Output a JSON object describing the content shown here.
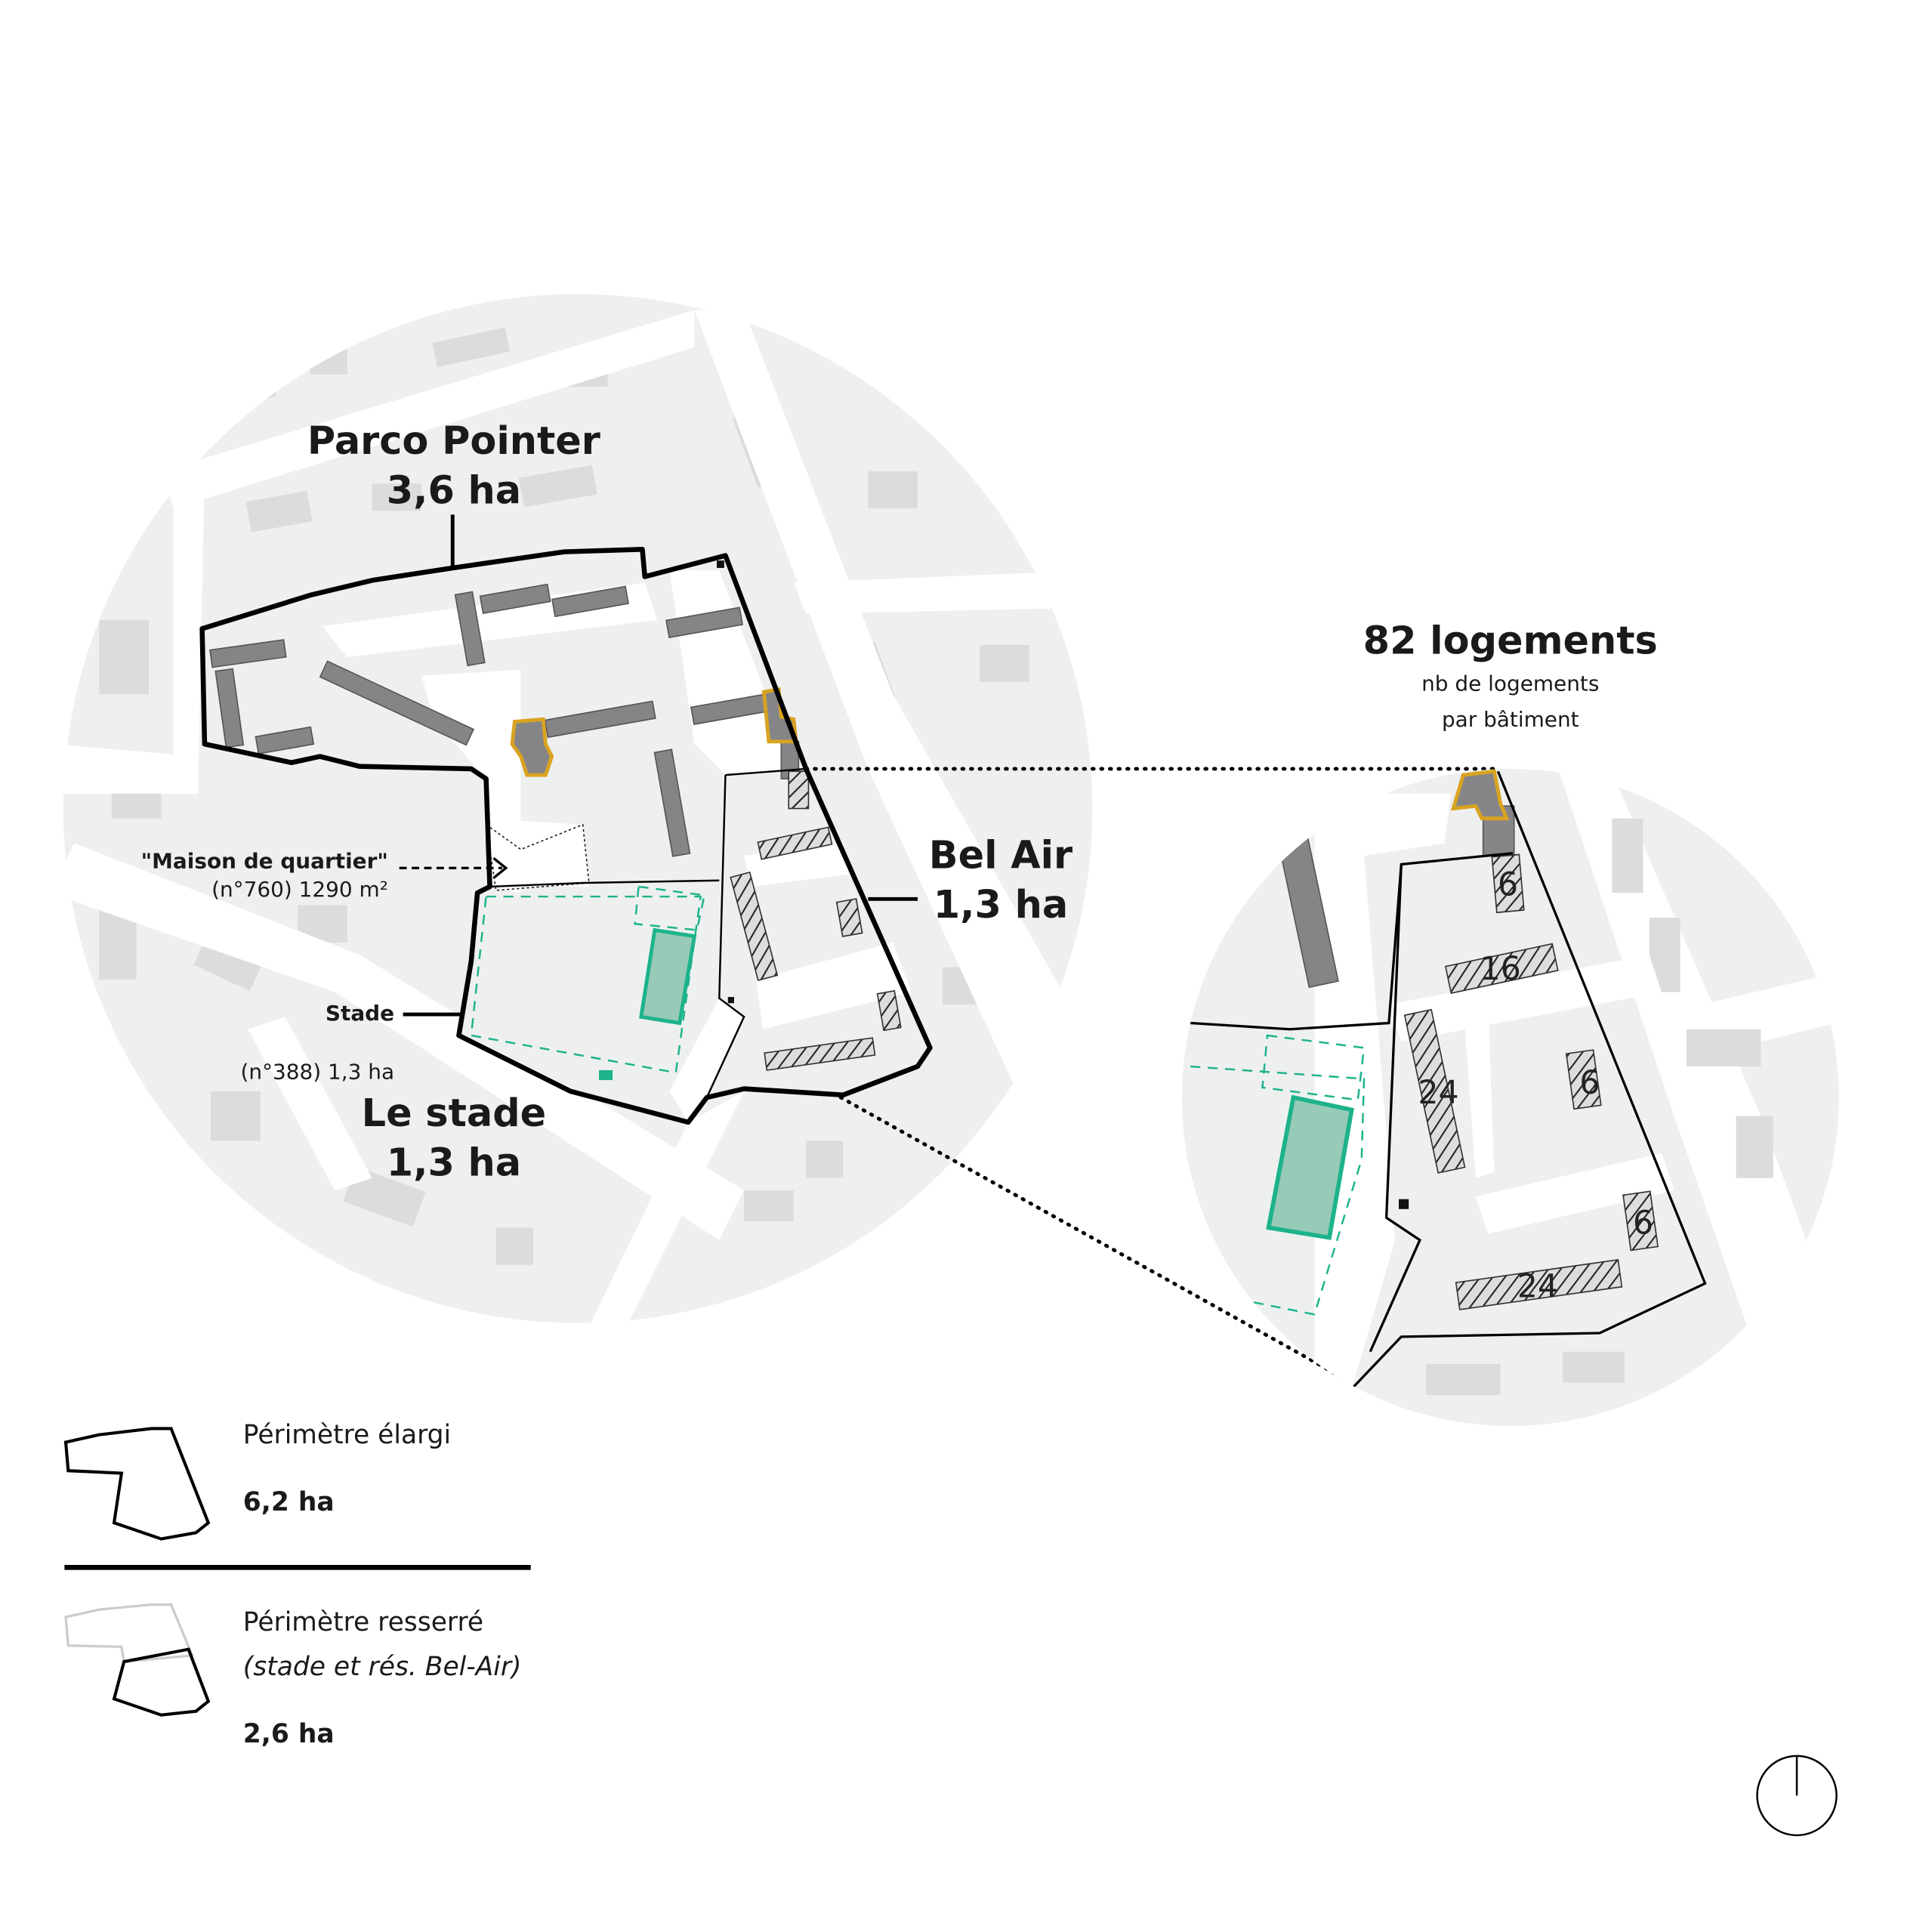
{
  "labels": {
    "parco_pointer_name": "Parco Pointer",
    "parco_pointer_area": "3,6 ha",
    "bel_air_name": "Bel Air",
    "bel_air_area": "1,3 ha",
    "le_stade_name": "Le stade",
    "le_stade_area": "1,3 ha",
    "maison_title": "\"Maison de quartier\"",
    "maison_detail": "(n°760) 1290 m²",
    "stade_label": "Stade",
    "stade_detail": "(n°388) 1,3 ha"
  },
  "zoom_panel": {
    "title": "82 logements",
    "subtitle_line1": "nb de logements",
    "subtitle_line2": "par bâtiment",
    "building_counts": [
      "6",
      "16",
      "24",
      "6",
      "6",
      "24"
    ]
  },
  "legend": {
    "items": [
      {
        "label": "Périmètre élargi",
        "sublabel": "",
        "area": "6,2 ha"
      },
      {
        "label": "Périmètre resserré",
        "sublabel": "(stade et rés. Bel-Air)",
        "area": "2,6 ha"
      }
    ]
  },
  "colors": {
    "accent_green": "#1db38b",
    "highlight_gold": "#d9a321",
    "building_gray": "#858588",
    "map_bg": "#eef0f0"
  },
  "icons": {
    "north": "compass-icon"
  }
}
